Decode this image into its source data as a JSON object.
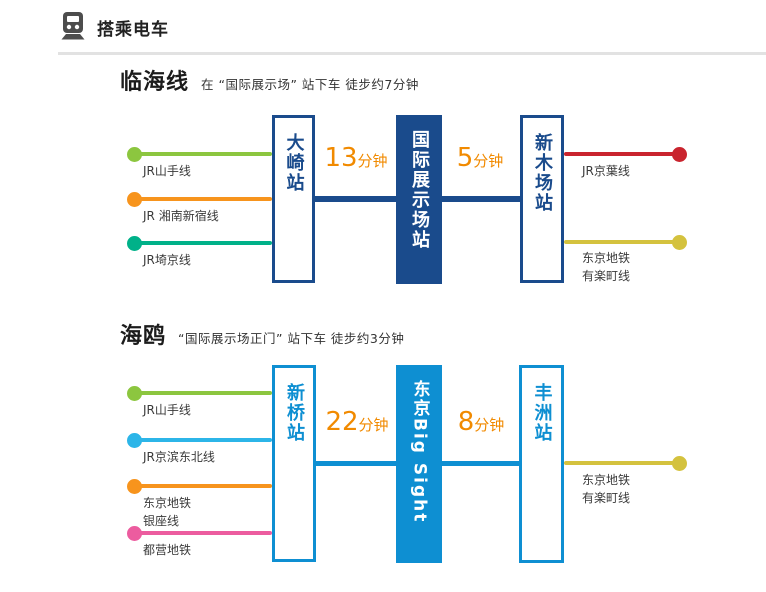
{
  "header": {
    "title": "搭乘电车",
    "icon": "train-icon"
  },
  "colors": {
    "rinkai_theme": "#1a4b8c",
    "yurikamome_theme": "#0e8fd2",
    "duration_text": "#f18a00",
    "separator": "#e2e2e2",
    "label_text": "#3a3a3a"
  },
  "sections": [
    {
      "title": "临海线",
      "subtitle": "在 “国际展示场” 站下车 徒步约7分钟",
      "theme_color": "#1a4b8c",
      "stations": {
        "left": "大崎站",
        "center": "国际展示场站",
        "right": "新木场站"
      },
      "durations": {
        "left": {
          "num": "13",
          "unit": "分钟"
        },
        "right": {
          "num": "5",
          "unit": "分钟"
        }
      },
      "left_lines": [
        {
          "name": "jr-yamanote",
          "color": "#8cc63f",
          "lines": [
            "JR山手线"
          ]
        },
        {
          "name": "jr-shonan-shinjuku",
          "color": "#f7941d",
          "lines": [
            "JR 湘南新宿线"
          ]
        },
        {
          "name": "jr-saikyo",
          "color": "#00b189",
          "lines": [
            "JR埼京线"
          ]
        }
      ],
      "right_lines": [
        {
          "name": "jr-keiyo",
          "color": "#c9242e",
          "lines": [
            "JR京葉线"
          ]
        },
        {
          "name": "metro-yurakucho",
          "color": "#d4c23e",
          "lines": [
            "东京地铁",
            "有楽町线"
          ]
        }
      ]
    },
    {
      "title": "海鸥",
      "subtitle": "“国际展示场正门” 站下车 徒步约3分钟",
      "theme_color": "#0e8fd2",
      "stations": {
        "left": "新桥站",
        "center": "东京Big Sight",
        "right": "丰洲站"
      },
      "durations": {
        "left": {
          "num": "22",
          "unit": "分钟"
        },
        "right": {
          "num": "8",
          "unit": "分钟"
        }
      },
      "left_lines": [
        {
          "name": "jr-yamanote",
          "color": "#8cc63f",
          "lines": [
            "JR山手线"
          ]
        },
        {
          "name": "jr-keihin-tohoku",
          "color": "#2cb5e8",
          "lines": [
            "JR京滨东北线"
          ]
        },
        {
          "name": "metro-ginza",
          "color": "#f7941d",
          "lines": [
            "东京地铁",
            "银座线"
          ]
        },
        {
          "name": "toei-subway",
          "color": "#ec5c9f",
          "lines": [
            "都营地铁"
          ]
        }
      ],
      "right_lines": [
        {
          "name": "metro-yurakucho",
          "color": "#d4c23e",
          "lines": [
            "东京地铁",
            "有楽町线"
          ]
        }
      ]
    }
  ]
}
